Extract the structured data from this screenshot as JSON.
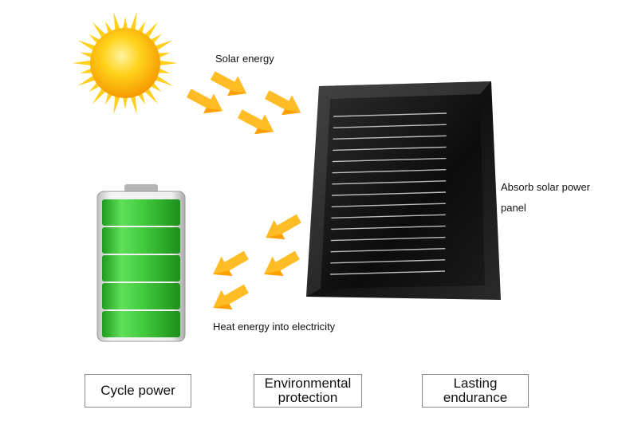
{
  "labels": {
    "solar_energy": "Solar energy",
    "absorb_line1": "Absorb solar power",
    "absorb_line2": "panel",
    "heat_energy": "Heat energy into electricity"
  },
  "features": [
    {
      "label": "Cycle power"
    },
    {
      "label": "Environmental\nprotection"
    },
    {
      "label": "Lasting\nendurance"
    }
  ],
  "icons": {
    "sun": "sun-icon",
    "panel": "solar-panel-icon",
    "battery": "battery-icon",
    "arrow": "arrow-icon"
  },
  "colors": {
    "sun_core": "#ffb300",
    "sun_rays": "#ffd21a",
    "arrow": "#ffa000",
    "battery_green": "#3fc83a",
    "panel_dark": "#151515"
  }
}
